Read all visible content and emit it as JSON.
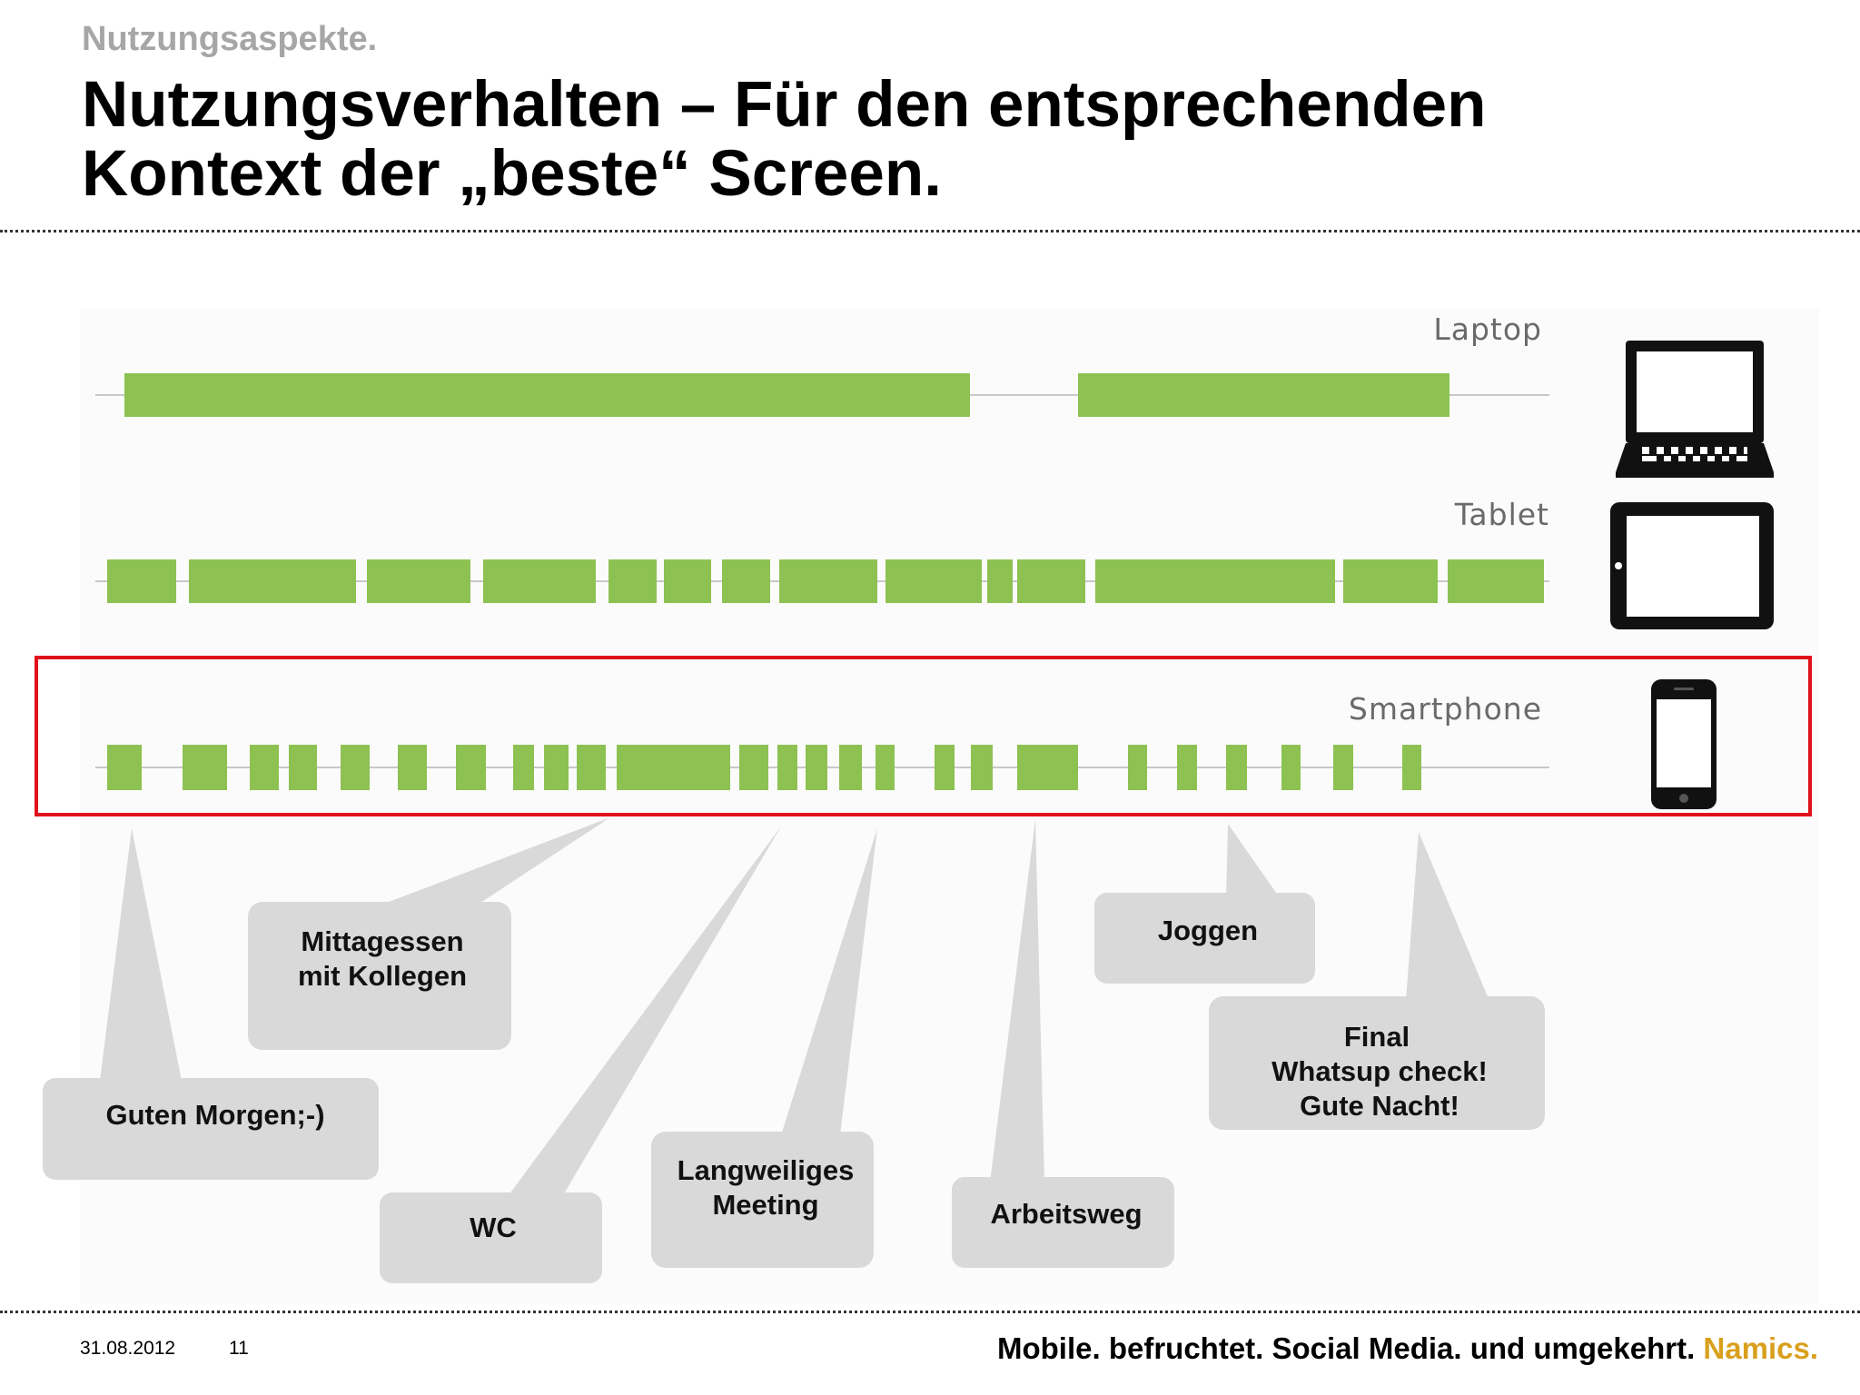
{
  "header": {
    "kicker": "Nutzungsaspekte.",
    "title_line1": "Nutzungsverhalten – Für den entsprechenden",
    "title_line2": "Kontext der „beste“ Screen."
  },
  "diagram": {
    "rows": [
      {
        "id": "laptop",
        "label": "Laptop",
        "icon": "laptop-icon"
      },
      {
        "id": "tablet",
        "label": "Tablet",
        "icon": "tablet-icon"
      },
      {
        "id": "smartphone",
        "label": "Smartphone",
        "icon": "smartphone-icon",
        "highlighted": true
      }
    ],
    "colors": {
      "usage_bar": "#8dc152",
      "highlight_frame": "#e0111b",
      "callout": "#d9d9d9",
      "timeline": "#c8c8c8",
      "brand": "#d9a01e"
    },
    "callouts": [
      {
        "id": "guten-morgen",
        "lines": [
          "Guten Morgen;-)"
        ]
      },
      {
        "id": "mittagessen",
        "lines": [
          "Mittagessen",
          "mit Kollegen"
        ]
      },
      {
        "id": "wc",
        "lines": [
          "WC"
        ]
      },
      {
        "id": "meeting",
        "lines": [
          "Langweiliges",
          "Meeting"
        ]
      },
      {
        "id": "arbeitsweg",
        "lines": [
          "Arbeitsweg"
        ]
      },
      {
        "id": "joggen",
        "lines": [
          "Joggen"
        ]
      },
      {
        "id": "final",
        "lines": [
          "Final",
          "Whatsup check!",
          "Gute Nacht!"
        ]
      }
    ]
  },
  "footer": {
    "date": "31.08.2012",
    "page": "11",
    "tagline": "Mobile. befruchtet. Social Media. und umgekehrt.",
    "brand": "Namics."
  }
}
